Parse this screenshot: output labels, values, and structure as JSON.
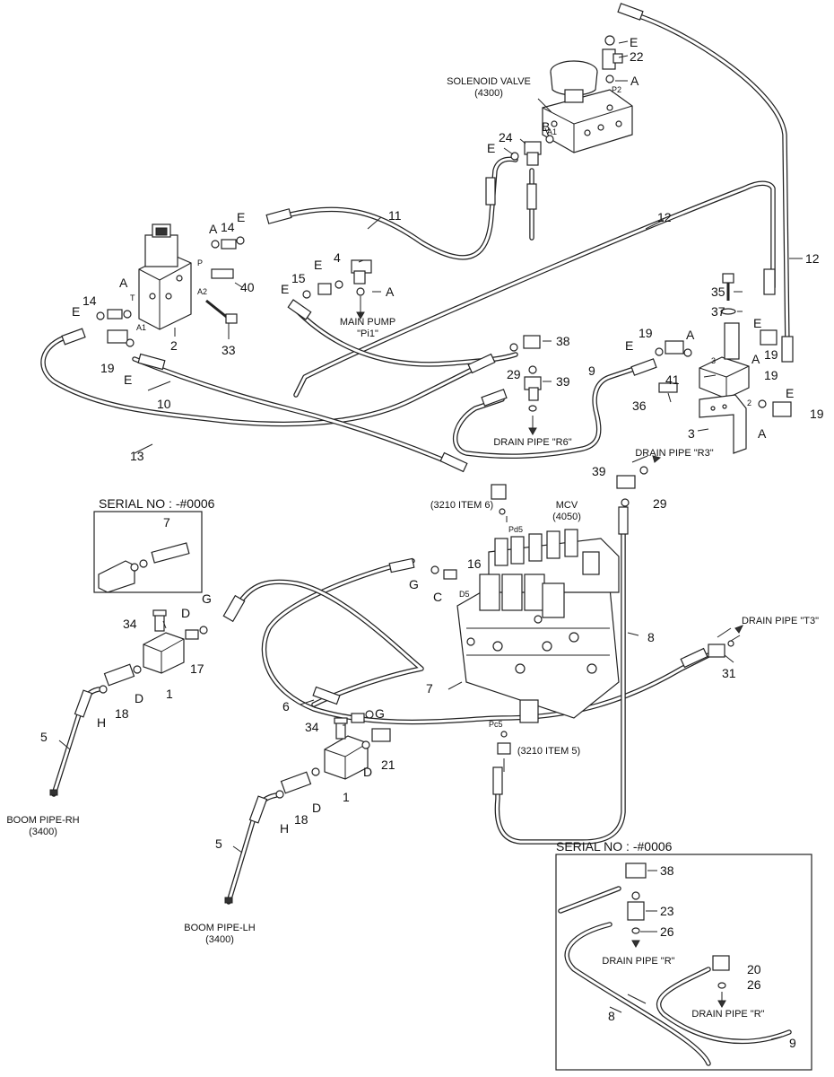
{
  "diagram": {
    "labels": {
      "solenoid_valve": "SOLENOID VALVE",
      "solenoid_valve_code": "(4300)",
      "main_pump": "MAIN PUMP",
      "main_pump_port": "\"Pi1\"",
      "drain_pipe_r6": "DRAIN PIPE \"R6\"",
      "drain_pipe_r3": "DRAIN PIPE \"R3\"",
      "drain_pipe_t3": "DRAIN PIPE \"T3\"",
      "item6": "(3210 ITEM 6)",
      "item5": "(3210 ITEM 5)",
      "mcv": "MCV",
      "mcv_code": "(4050)",
      "boom_rh": "BOOM PIPE-RH",
      "boom_rh_code": "(3400)",
      "boom_lh": "BOOM PIPE-LH",
      "boom_lh_code": "(3400)",
      "serial_top": "SERIAL NO : -#0006",
      "serial_bottom": "SERIAL NO : -#0006",
      "drain_pipe_r_1": "DRAIN PIPE \"R\"",
      "drain_pipe_r_2": "DRAIN PIPE \"R\""
    },
    "ports": {
      "p2": "P2",
      "a1_top": "A1",
      "a1_left": "A1",
      "a2": "A2",
      "p": "P",
      "t": "T",
      "pd5": "Pd5",
      "d5": "D5",
      "pc5": "Pc5",
      "port3": "3",
      "port2": "2"
    },
    "callouts": {
      "n1a": "1",
      "n1b": "1",
      "n2": "2",
      "n3": "3",
      "n4": "4",
      "n5a": "5",
      "n5b": "5",
      "n6": "6",
      "n7a": "7",
      "n7b": "7",
      "n8a": "8",
      "n8b": "8",
      "n9a": "9",
      "n9b": "9",
      "n10": "10",
      "n11": "11",
      "n12a": "12",
      "n12b": "12",
      "n13": "13",
      "n14a": "14",
      "n14b": "14",
      "n15": "15",
      "n16": "16",
      "n17": "17",
      "n18a": "18",
      "n18b": "18",
      "n19a": "19",
      "n19b": "19",
      "n19c": "19",
      "n19d": "19",
      "n20": "20",
      "n21": "21",
      "n22": "22",
      "n23": "23",
      "n24": "24",
      "n26a": "26",
      "n26b": "26",
      "n29a": "29",
      "n29b": "29",
      "n31": "31",
      "n33": "33",
      "n34a": "34",
      "n34b": "34",
      "n35": "35",
      "n36": "36",
      "n37": "37",
      "n38a": "38",
      "n38b": "38",
      "n39a": "39",
      "n39b": "39",
      "n40": "40",
      "n41": "41",
      "lA1": "A",
      "lA2": "A",
      "lA3": "A",
      "lA4": "A",
      "lA5": "A",
      "lA6": "A",
      "lA7": "A",
      "lB": "B",
      "lC": "C",
      "lD1": "D",
      "lD2": "D",
      "lD3": "D",
      "lD4": "D",
      "lE1": "E",
      "lE2": "E",
      "lE3": "E",
      "lE4": "E",
      "lE5": "E",
      "lE6": "E",
      "lE7": "E",
      "lE8": "E",
      "lE9": "E",
      "lE10": "E",
      "lG1": "G",
      "lG2": "G",
      "lG3": "G",
      "lH1": "H",
      "lH2": "H"
    }
  }
}
